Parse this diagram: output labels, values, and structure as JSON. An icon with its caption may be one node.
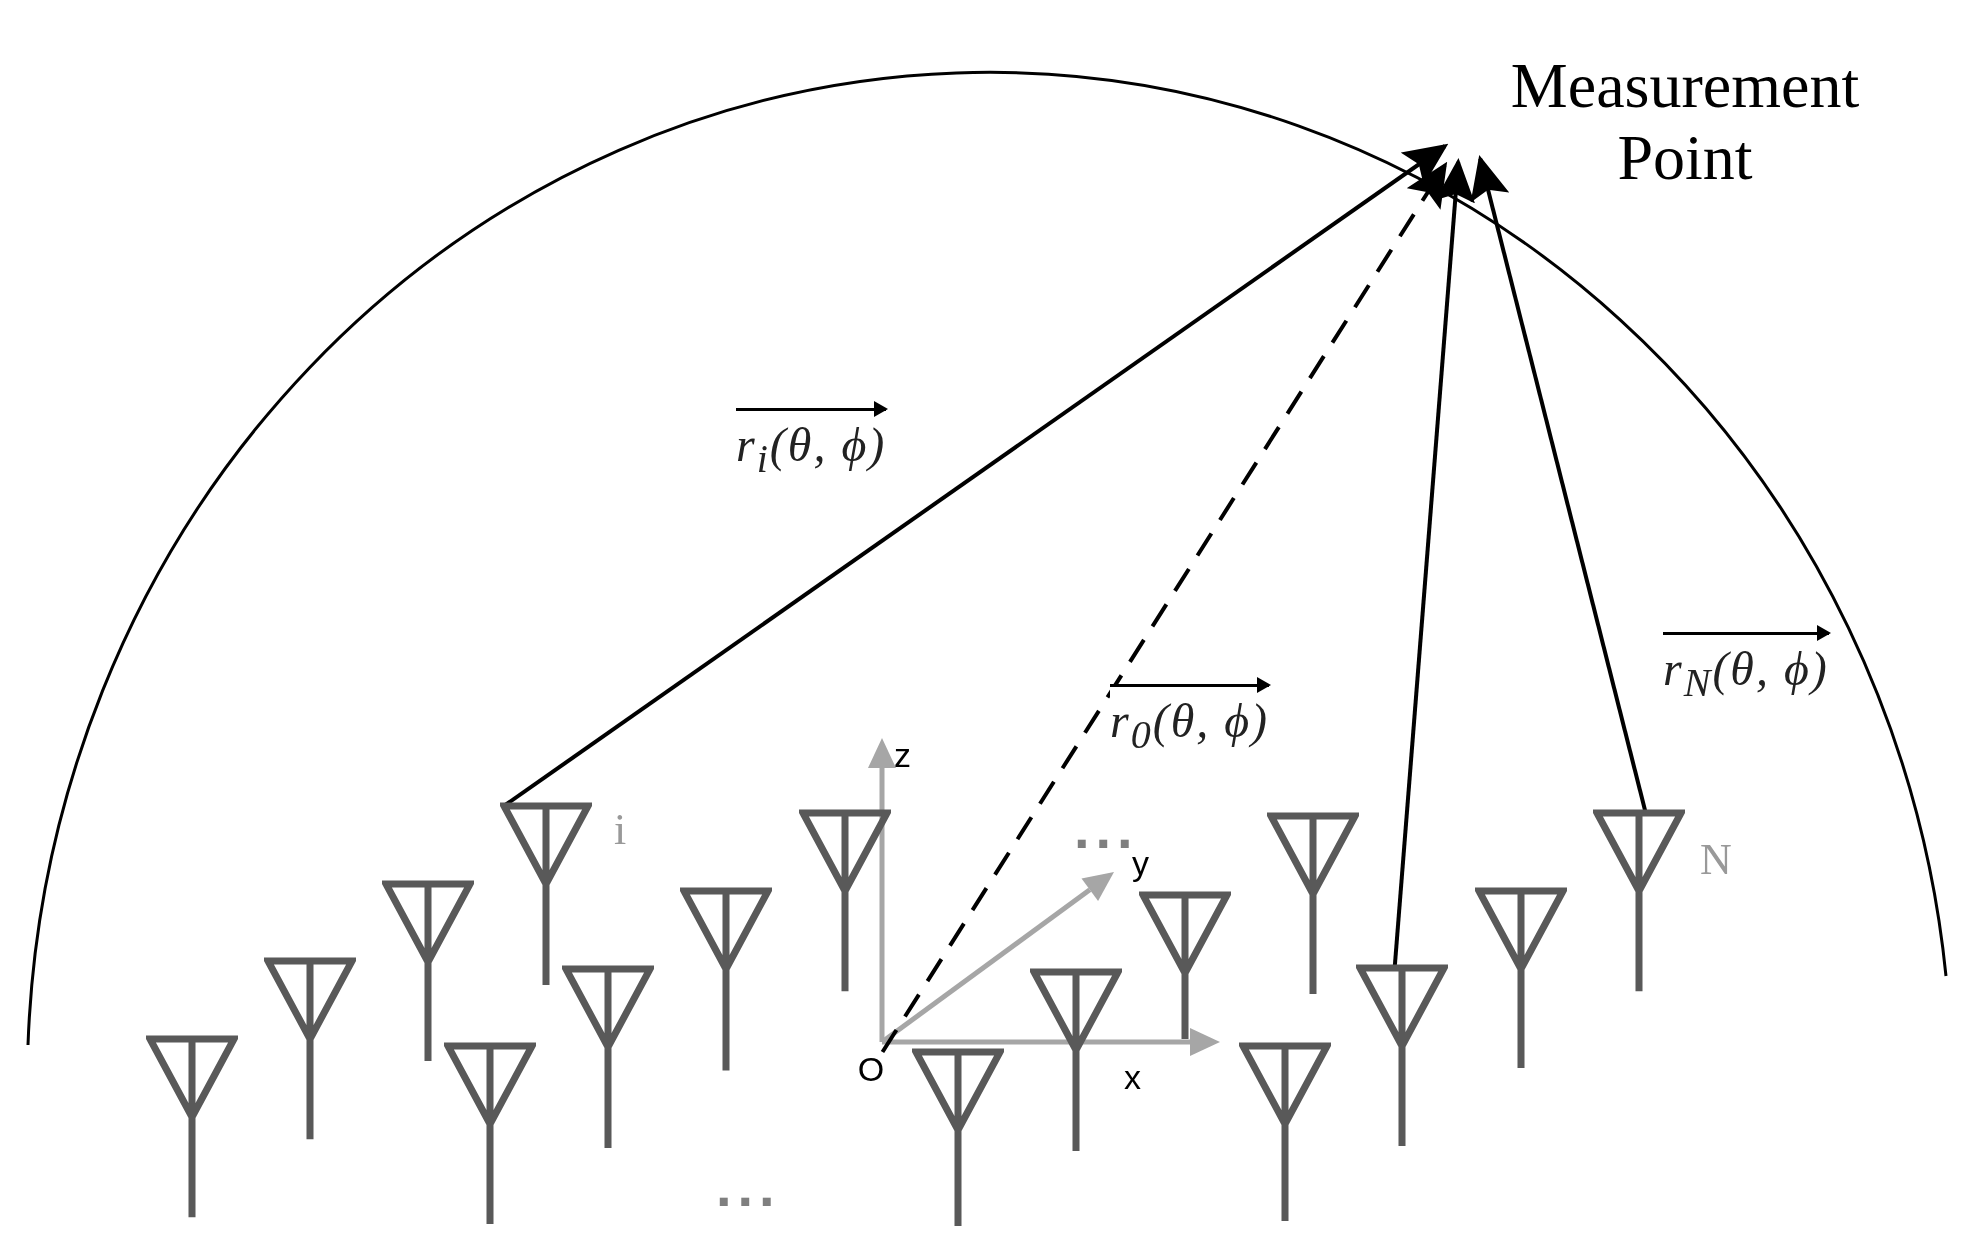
{
  "diagram": {
    "nodes": [
      {
        "text": [
          "Measurement Point"
        ]
      },
      {
        "text": [
          "O"
        ]
      },
      {
        "text": [],
        "shape": "antenna"
      },
      {
        "text": [],
        "shape": "antenna"
      },
      {
        "text": [],
        "shape": "antenna"
      },
      {
        "text": [],
        "shape": "antenna"
      },
      {
        "text": [],
        "shape": "antenna",
        "beside": [
          "i"
        ]
      },
      {
        "text": [],
        "shape": "antenna"
      },
      {
        "text": [],
        "shape": "antenna"
      },
      {
        "text": [],
        "shape": "antenna"
      },
      {
        "text": [],
        "shape": "antenna"
      },
      {
        "text": [],
        "shape": "antenna"
      },
      {
        "text": [],
        "shape": "antenna"
      },
      {
        "text": [],
        "shape": "antenna"
      },
      {
        "text": [],
        "shape": "antenna"
      },
      {
        "text": [],
        "shape": "antenna"
      },
      {
        "text": [],
        "shape": "antenna"
      },
      {
        "text": [],
        "shape": "antenna",
        "beside": [
          "N"
        ]
      }
    ],
    "edges": [
      {
        "from": 6,
        "to": 0,
        "arrow": "to",
        "label": "r$_{i}$(θ, ϕ)"
      },
      {
        "from": 1,
        "to": 0,
        "arrow": "to",
        "style": "dashed",
        "label": "r$_{0}$(θ, ϕ)"
      },
      {
        "from": 15,
        "to": 0,
        "arrow": "to"
      },
      {
        "from": 17,
        "to": 0,
        "arrow": "to",
        "label": "r$_{N}$(θ, ϕ)"
      }
    ],
    "labels": [
      "z",
      "...",
      "y",
      "x",
      "..."
    ]
  }
}
